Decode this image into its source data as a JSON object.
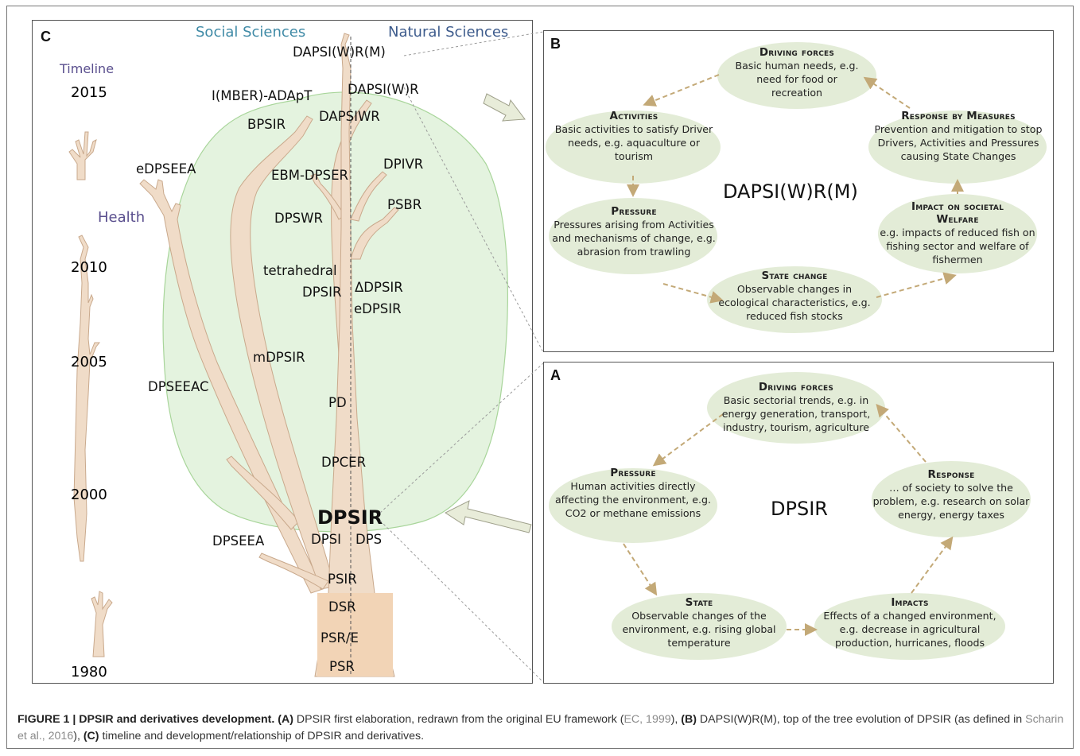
{
  "panel_c": {
    "letter": "C",
    "header_left": "Social Sciences",
    "header_right": "Natural Sciences",
    "timeline_title": "Timeline",
    "health_label": "Health",
    "years": [
      "2015",
      "2010",
      "2005",
      "2000",
      "1980"
    ],
    "tree_labels": {
      "dapsiwrm": "DAPSI(W)R(M)",
      "dapsiwr_paren": "DAPSI(W)R",
      "imber": "I(MBER)-ADApT",
      "dapsiwr": "DAPSIWR",
      "bpsir": "BPSIR",
      "edpseea": "eDPSEEA",
      "ebm": "EBM-DPSER",
      "dpivr": "DPIVR",
      "psbr": "PSBR",
      "dpswr": "DPSWR",
      "tetrahedral": "tetrahedral",
      "dpsir_small": "DPSIR",
      "delta_dpsir": "ΔDPSIR",
      "edpsir": "eDPSIR",
      "mdpsir": "mDPSIR",
      "dpseeac": "DPSEEAC",
      "pd": "PD",
      "dpcer": "DPCER",
      "dpsir_main": "DPSIR",
      "dpseea": "DPSEEA",
      "dpsi": "DPSI",
      "dps": "DPS",
      "psir": "PSIR",
      "dsr": "DSR",
      "psre": "PSR/E",
      "psr": "PSR"
    }
  },
  "panel_b": {
    "letter": "B",
    "center_title": "DAPSI(W)R(M)",
    "nodes": {
      "driving": {
        "title": "Driving forces",
        "desc": "Basic human needs, e.g. need for food or recreation"
      },
      "activities": {
        "title": "Activities",
        "desc": "Basic activities to satisfy Driver needs, e.g. aquaculture or tourism"
      },
      "response": {
        "title": "Response by Measures",
        "desc": "Prevention and mitigation to stop Drivers, Activities and Pressures causing State Changes"
      },
      "pressure": {
        "title": "Pressure",
        "desc": "Pressures arising from Activities and mechanisms of change, e.g. abrasion from trawling"
      },
      "impact": {
        "title": "Impact on societal Welfare",
        "desc": "e.g. impacts of reduced fish on fishing sector and welfare of fishermen"
      },
      "state": {
        "title": "State change",
        "desc": "Observable changes in ecological characteristics, e.g. reduced fish stocks"
      }
    }
  },
  "panel_a": {
    "letter": "A",
    "center_title": "DPSIR",
    "nodes": {
      "driving": {
        "title": "Driving forces",
        "desc": "Basic sectorial trends, e.g. in energy generation, transport, industry, tourism, agriculture"
      },
      "pressure": {
        "title": "Pressure",
        "desc": "Human activities directly affecting the environment, e.g. CO2 or methane emissions"
      },
      "response": {
        "title": "Response",
        "desc": "… of society to solve the problem, e.g. research on solar energy, energy taxes"
      },
      "state": {
        "title": "State",
        "desc": "Observable changes of the environment, e.g. rising global temperature"
      },
      "impacts": {
        "title": "Impacts",
        "desc": "Effects of a changed environment, e.g. decrease in agricultural production, hurricanes, floods"
      }
    }
  },
  "caption": {
    "figure_label": "FIGURE 1 | DPSIR and derivatives development.",
    "a_label": "(A)",
    "a_text": " DPSIR first elaboration, redrawn from the original EU framework (",
    "a_ref": "EC, 1999",
    "a_end": "), ",
    "b_label": "(B)",
    "b_text": " DAPSI(W)R(M), top of the tree evolution of DPSIR (as defined in ",
    "b_ref": "Scharin et al., 2016",
    "b_end": "), ",
    "c_label": "(C)",
    "c_text": " timeline and development/relationship of DPSIR and derivatives."
  },
  "colors": {
    "crown": "#e4f3df",
    "crown_stroke": "#a8d59a",
    "branch": "#f0dcc8",
    "branch_stroke": "#c9a98c",
    "trunk": "#f2d4b6",
    "node_fill": "#e3ecd7",
    "arrow": "#c3a977",
    "header_blue": "#3f8aa6",
    "header_navy": "#3d5b8c",
    "health_purple": "#5a4f8e"
  }
}
